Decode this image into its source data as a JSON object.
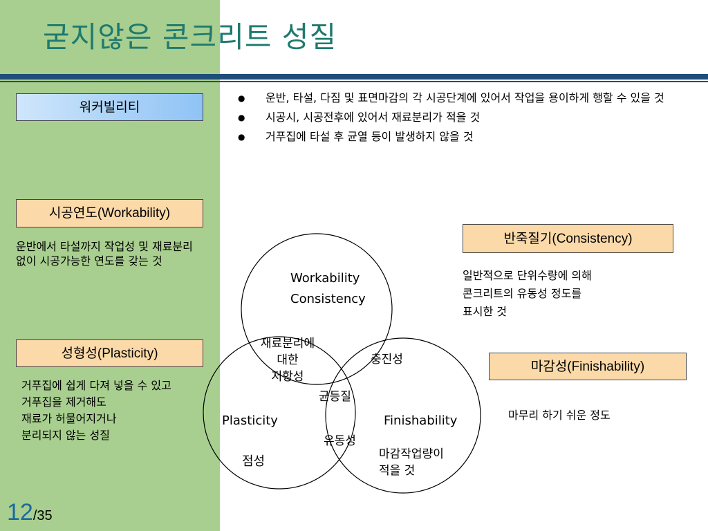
{
  "title": "굳지않은 콘크리트 성질",
  "bullets": [
    "운반, 타설, 다짐 및 표면마감의 각 시공단계에 있어서 작업을 용이하게  행할 수 있을 것",
    "시공시, 시공전후에 있어서 재료분리가 적을 것",
    "거푸집에 타설 후 균열 등이 발생하지 않을 것"
  ],
  "boxes": {
    "workability_kr": "워커빌리티",
    "workability": "시공연도(Workability)",
    "plasticity": "성형성(Plasticity)",
    "consistency": "반죽질기(Consistency)",
    "finishability": "마감성(Finishability)"
  },
  "descriptions": {
    "workability": [
      "운반에서 타설까지 작업성 및 재료분리",
      "없이 시공가능한 연도를 갖는 것"
    ],
    "plasticity": [
      "거푸집에 쉽게 다져 넣을 수 있고",
      "거푸집을 제거해도",
      "재료가 허물어지거나",
      "분리되지 않는 성질"
    ],
    "consistency": [
      "일반적으로 단위수량에 의해",
      "콘크리트의 유동성 정도를",
      "표시한 것"
    ],
    "finishability": [
      "마무리 하기 쉬운 정도"
    ]
  },
  "venn": {
    "top_circle": [
      "Workability",
      "Consistency"
    ],
    "left_circle": "Plasticity",
    "right_circle": "Finishability",
    "top_left_overlap": [
      "재료분리에",
      "대한",
      "저항성"
    ],
    "top_right_overlap": "충진성",
    "center": "균등질",
    "bottom_overlap": "유동성",
    "left_only": "점성",
    "right_only": [
      "마감작업량이",
      "적을 것"
    ]
  },
  "page": {
    "current": "12",
    "total": "/35"
  },
  "colors": {
    "title": "#1f7a6e",
    "panel": "#a8cf8f",
    "rule": "#1f4e79",
    "tan_box": "#fbd9a8",
    "blue_box": "#8fc3f5"
  }
}
